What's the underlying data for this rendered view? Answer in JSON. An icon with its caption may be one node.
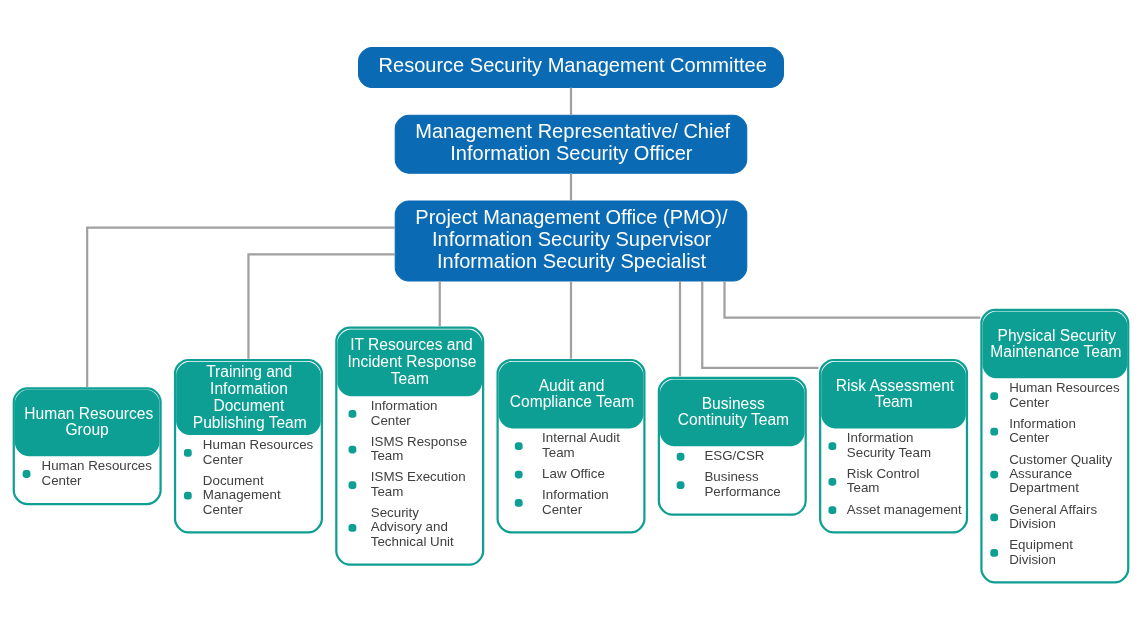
{
  "diagram": {
    "nodes": [
      {
        "text": [
          "Resource Security Management Committee"
        ]
      },
      {
        "text": [
          "Management Representative/ Chief Information Security Officer"
        ]
      },
      {
        "text": [
          "Project Management Office (PMO)/ Information Security Supervisor Information Security Specialist"
        ]
      },
      {
        "text": [
          "Human Resources Group",
          "Human Resources Center"
        ]
      },
      {
        "text": [
          "Training and Information Document Publishing Team",
          "Human Resources Center",
          "Document Management Center"
        ]
      },
      {
        "text": [
          "IT Resources and Incident Response Team",
          "Information Center",
          "ISMS Response Team",
          "ISMS Execution Team",
          "Security Advisory and Technical Unit"
        ]
      },
      {
        "text": [
          "Audit and Compliance Team",
          "Internal Audit Team",
          "Law Office",
          "Information Center"
        ]
      },
      {
        "text": [
          "Business Continuity Team",
          "ESG/CSR",
          "Business Performance"
        ]
      },
      {
        "text": [
          "Risk Assessment Team",
          "Information Security Team",
          "Risk Control Team",
          "Asset management"
        ]
      },
      {
        "text": [
          "Physical Security Maintenance Team",
          "Human Resources Center",
          "Information Center",
          "Customer Quality Assurance Department",
          "General Affairs Division",
          "Equipment Division"
        ]
      }
    ],
    "edges": [
      {
        "from": 0,
        "to": 1,
        "arrow": "none"
      },
      {
        "from": 1,
        "to": 2,
        "arrow": "none"
      },
      {
        "from": 2,
        "to": 3,
        "arrow": "none"
      },
      {
        "from": 2,
        "to": 4,
        "arrow": "none"
      },
      {
        "from": 2,
        "to": 5,
        "arrow": "none"
      },
      {
        "from": 2,
        "to": 6,
        "arrow": "none"
      },
      {
        "from": 2,
        "to": 7,
        "arrow": "none"
      },
      {
        "from": 2,
        "to": 8,
        "arrow": "none"
      },
      {
        "from": 2,
        "to": 9,
        "arrow": "none"
      }
    ]
  }
}
